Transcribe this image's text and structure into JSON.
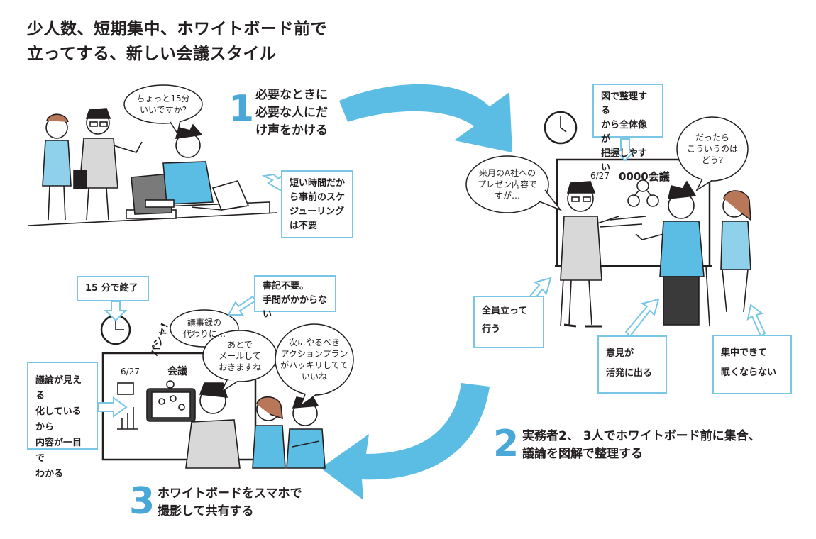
{
  "title_line1": "少人数、短期集中、ホワイトボード前で",
  "title_line2": "立ってする、新しい会議スタイル",
  "steps": [
    {
      "number": "1",
      "text": "必要なときに\n必要な人にだ\nけ声をかける"
    },
    {
      "number": "2",
      "text": "実務者2、 3人でホワイトボード前に集合、\n議論を図解で整理する"
    },
    {
      "number": "3",
      "text": "ホワイトボードをスマホで\n撮影して共有する"
    }
  ],
  "callouts": {
    "scheduling": "短い時間だか\nら事前のスケ\nジューリング\nは不要",
    "diagram": "図で整理する\nから全体像が\n把握しやすい",
    "standing": "全員立って\n行う",
    "opinions": "意見が\n活発に出る",
    "focus": "集中できて\n眠くならない",
    "fifteen": "15 分で終了",
    "no_minutes": "書記不要。\n手間がかからない",
    "visible": "議論が見える\n化しているから\n内容が一目で\nわかる"
  },
  "bubbles": {
    "b1": "ちょっと15分\nいいですか?",
    "b2": "来月のA社への\nプレゼン内容で\nすが…",
    "b3": "だったら\nこういうのは\nどう?",
    "b4": "議事録の\n代わりに…",
    "b5": "あとで\nメールして\nおきますね",
    "b6": "次にやるべき\nアクションプラン\nがハッキリしてて\nいいね"
  },
  "board": {
    "date": "6/27",
    "heading": "0000会議",
    "heading2": "会議",
    "sfx": "パシャ!"
  },
  "colors": {
    "accent": "#4aa8d8",
    "callout_border": "#79c6e6",
    "arrow": "#5cbde4",
    "ink": "#231f20"
  }
}
